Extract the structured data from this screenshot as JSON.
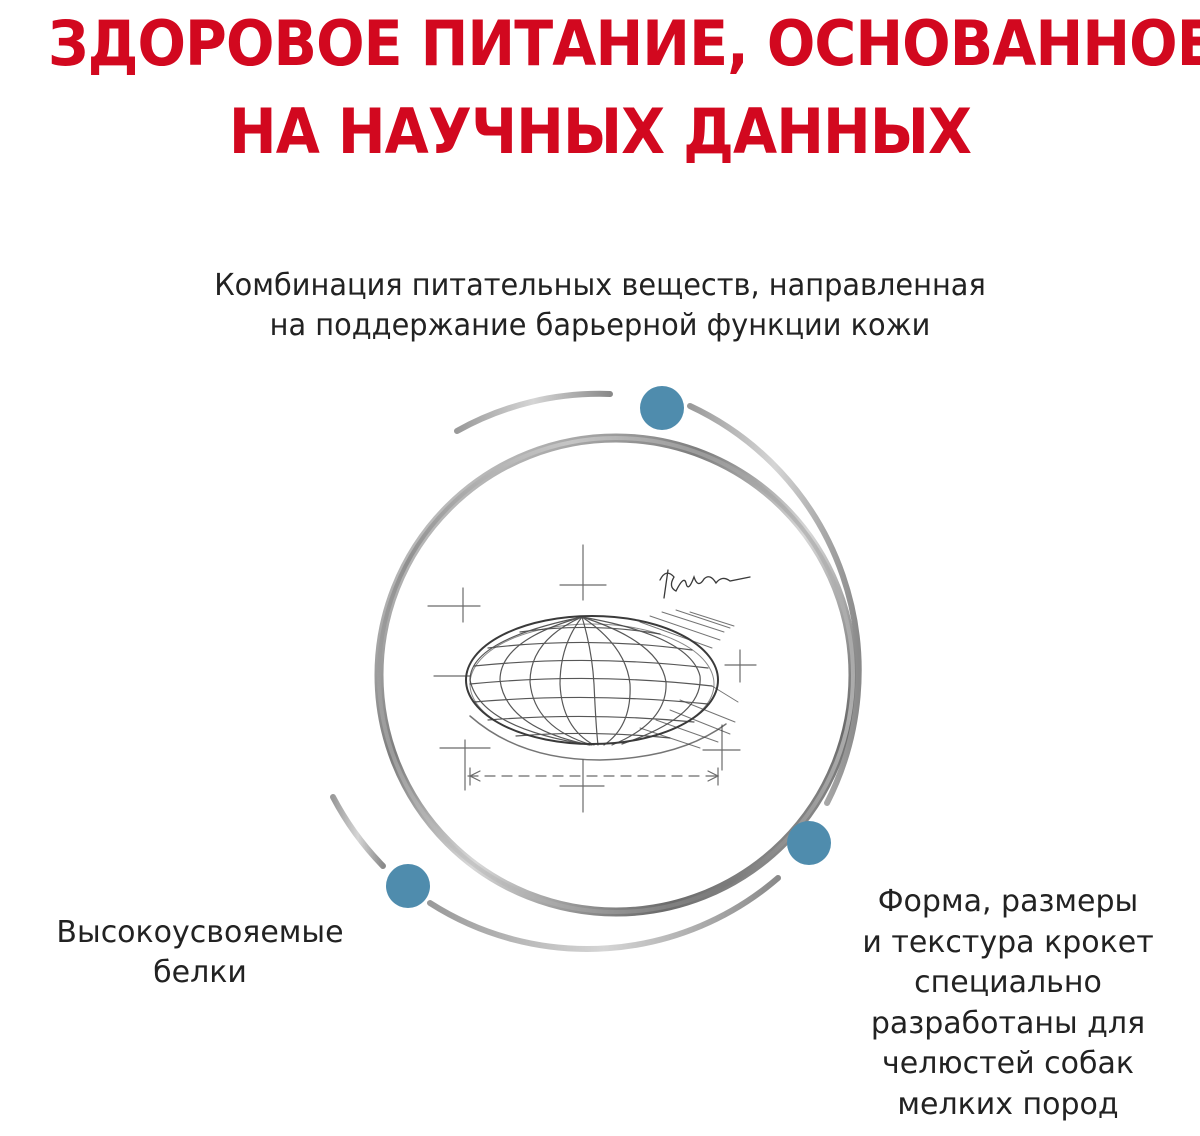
{
  "headline": {
    "line1": "ЗДОРОВОЕ ПИТАНИЕ, ОСНОВАННОЕ",
    "line2": "НА НАУЧНЫХ ДАННЫХ"
  },
  "captions": {
    "top": {
      "line1": "Комбинация питательных веществ, направленная",
      "line2": "на поддержание барьерной функции кожи"
    },
    "left": {
      "line1": "Высокоусвояемые",
      "line2": "белки"
    },
    "right": {
      "line1": "Форма, размеры",
      "line2": "и текстура крокет",
      "line3": "специально",
      "line4": "разработаны для",
      "line5": "челюстей собак",
      "line6": "мелких пород"
    }
  },
  "colors": {
    "headline": "#d2081f",
    "text": "#222222",
    "marker": "#4f8cad",
    "sketch": "#3a3a3a"
  },
  "icons": {
    "center": "kibble-sketch-icon",
    "markers": "dot-marker-icon"
  }
}
